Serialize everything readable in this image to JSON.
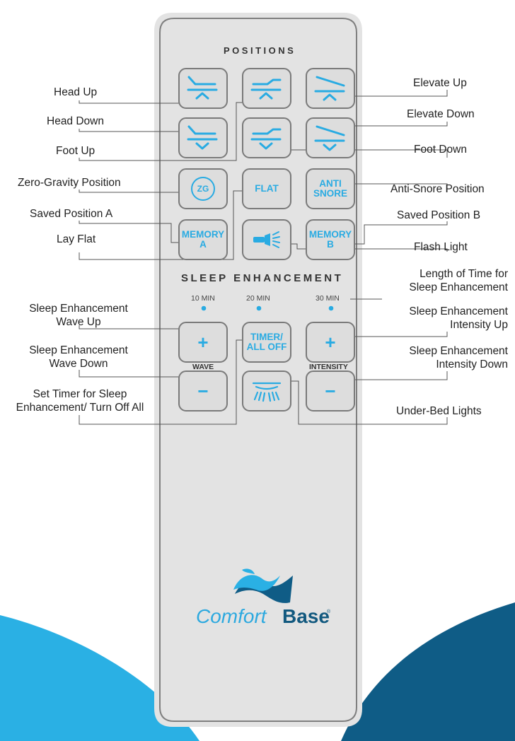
{
  "colors": {
    "accent": "#29abe2",
    "dark_blue": "#0f5c86",
    "remote_body": "#e3e3e3",
    "outline": "#7a7a7a"
  },
  "remote": {
    "positions_heading": "POSITIONS",
    "sleep_heading": "SLEEP ENHANCEMENT",
    "timer_options": [
      "10 MIN",
      "20 MIN",
      "30 MIN"
    ],
    "buttons": {
      "zero_gravity": "ZG",
      "flat": "FLAT",
      "anti_snore_line1": "ANTI",
      "anti_snore_line2": "SNORE",
      "memory_a_line1": "MEMORY",
      "memory_a_line2": "A",
      "memory_b_line1": "MEMORY",
      "memory_b_line2": "B",
      "wave_up": "+",
      "wave_down": "−",
      "intensity_up": "+",
      "intensity_down": "−",
      "timer_line1": "TIMER/",
      "timer_line2": "ALL OFF"
    },
    "wave_label": "WAVE",
    "intensity_label": "INTENSITY",
    "icons": [
      "head-up-icon",
      "foot-up-icon",
      "elevate-up-icon",
      "head-down-icon",
      "foot-down-icon",
      "elevate-down-icon",
      "flashlight-icon",
      "under-bed-light-icon"
    ]
  },
  "labels": {
    "head_up": "Head Up",
    "head_down": "Head Down",
    "foot_up": "Foot Up",
    "zero_gravity": "Zero-Gravity Position",
    "saved_a": "Saved Position A",
    "lay_flat": "Lay Flat",
    "wave_up": "Sleep Enhancement\nWave Up",
    "wave_down": "Sleep Enhancement\nWave Down",
    "set_timer": "Set Timer for Sleep\nEnhancement/ Turn Off All",
    "elevate_up": "Elevate Up",
    "elevate_down": "Elevate Down",
    "foot_down": "Foot Down",
    "anti_snore": "Anti-Snore Position",
    "saved_b": "Saved Position B",
    "flash_light": "Flash Light",
    "length_time": "Length of Time for\nSleep Enhancement",
    "intensity_up": "Sleep Enhancement\nIntensity Up",
    "intensity_down": "Sleep Enhancement\nIntensity Down",
    "under_bed": "Under-Bed Lights"
  },
  "brand": {
    "name_light": "Comfort",
    "name_bold": "Base",
    "registered": "®"
  }
}
